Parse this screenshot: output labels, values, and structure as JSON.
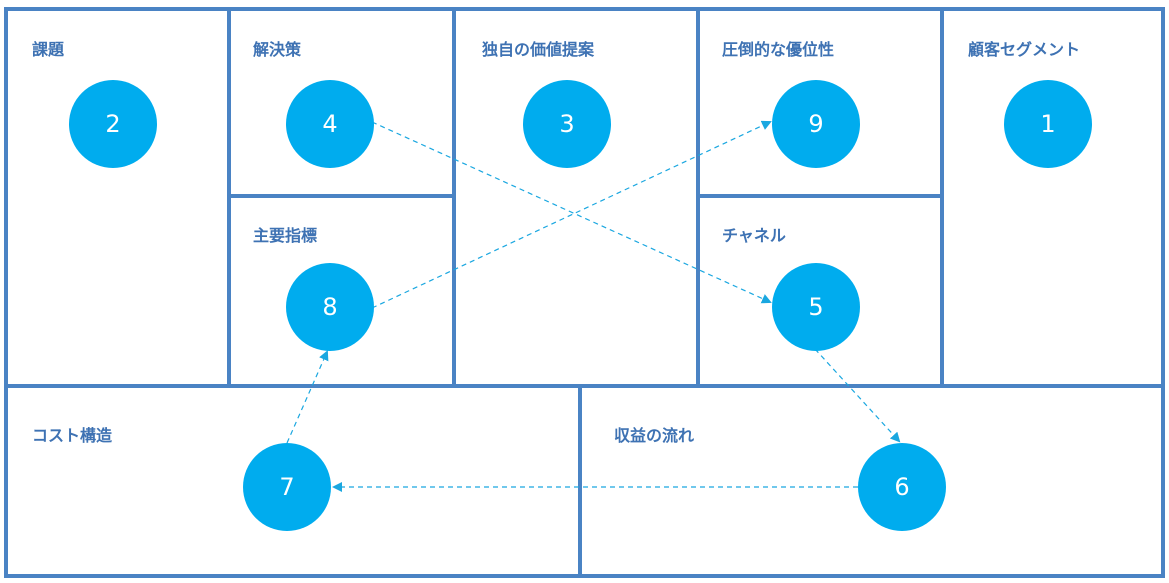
{
  "canvas": {
    "blocks": [
      {
        "id": "problem",
        "label": "課題",
        "number": "2"
      },
      {
        "id": "solution",
        "label": "解決策",
        "number": "4"
      },
      {
        "id": "uvp",
        "label": "独自の価値提案",
        "number": "3"
      },
      {
        "id": "advantage",
        "label": "圧倒的な優位性",
        "number": "9"
      },
      {
        "id": "segments",
        "label": "顧客セグメント",
        "number": "1"
      },
      {
        "id": "metrics",
        "label": "主要指標",
        "number": "8"
      },
      {
        "id": "channels",
        "label": "チャネル",
        "number": "5"
      },
      {
        "id": "cost",
        "label": "コスト構造",
        "number": "7"
      },
      {
        "id": "revenue",
        "label": "収益の流れ",
        "number": "6"
      }
    ],
    "flow": [
      "4",
      "5",
      "6",
      "7",
      "8",
      "9"
    ]
  },
  "colors": {
    "border": "#4a83c4",
    "label": "#3e72b3",
    "circle": "#00acee",
    "arrow": "#1aa7e0"
  }
}
